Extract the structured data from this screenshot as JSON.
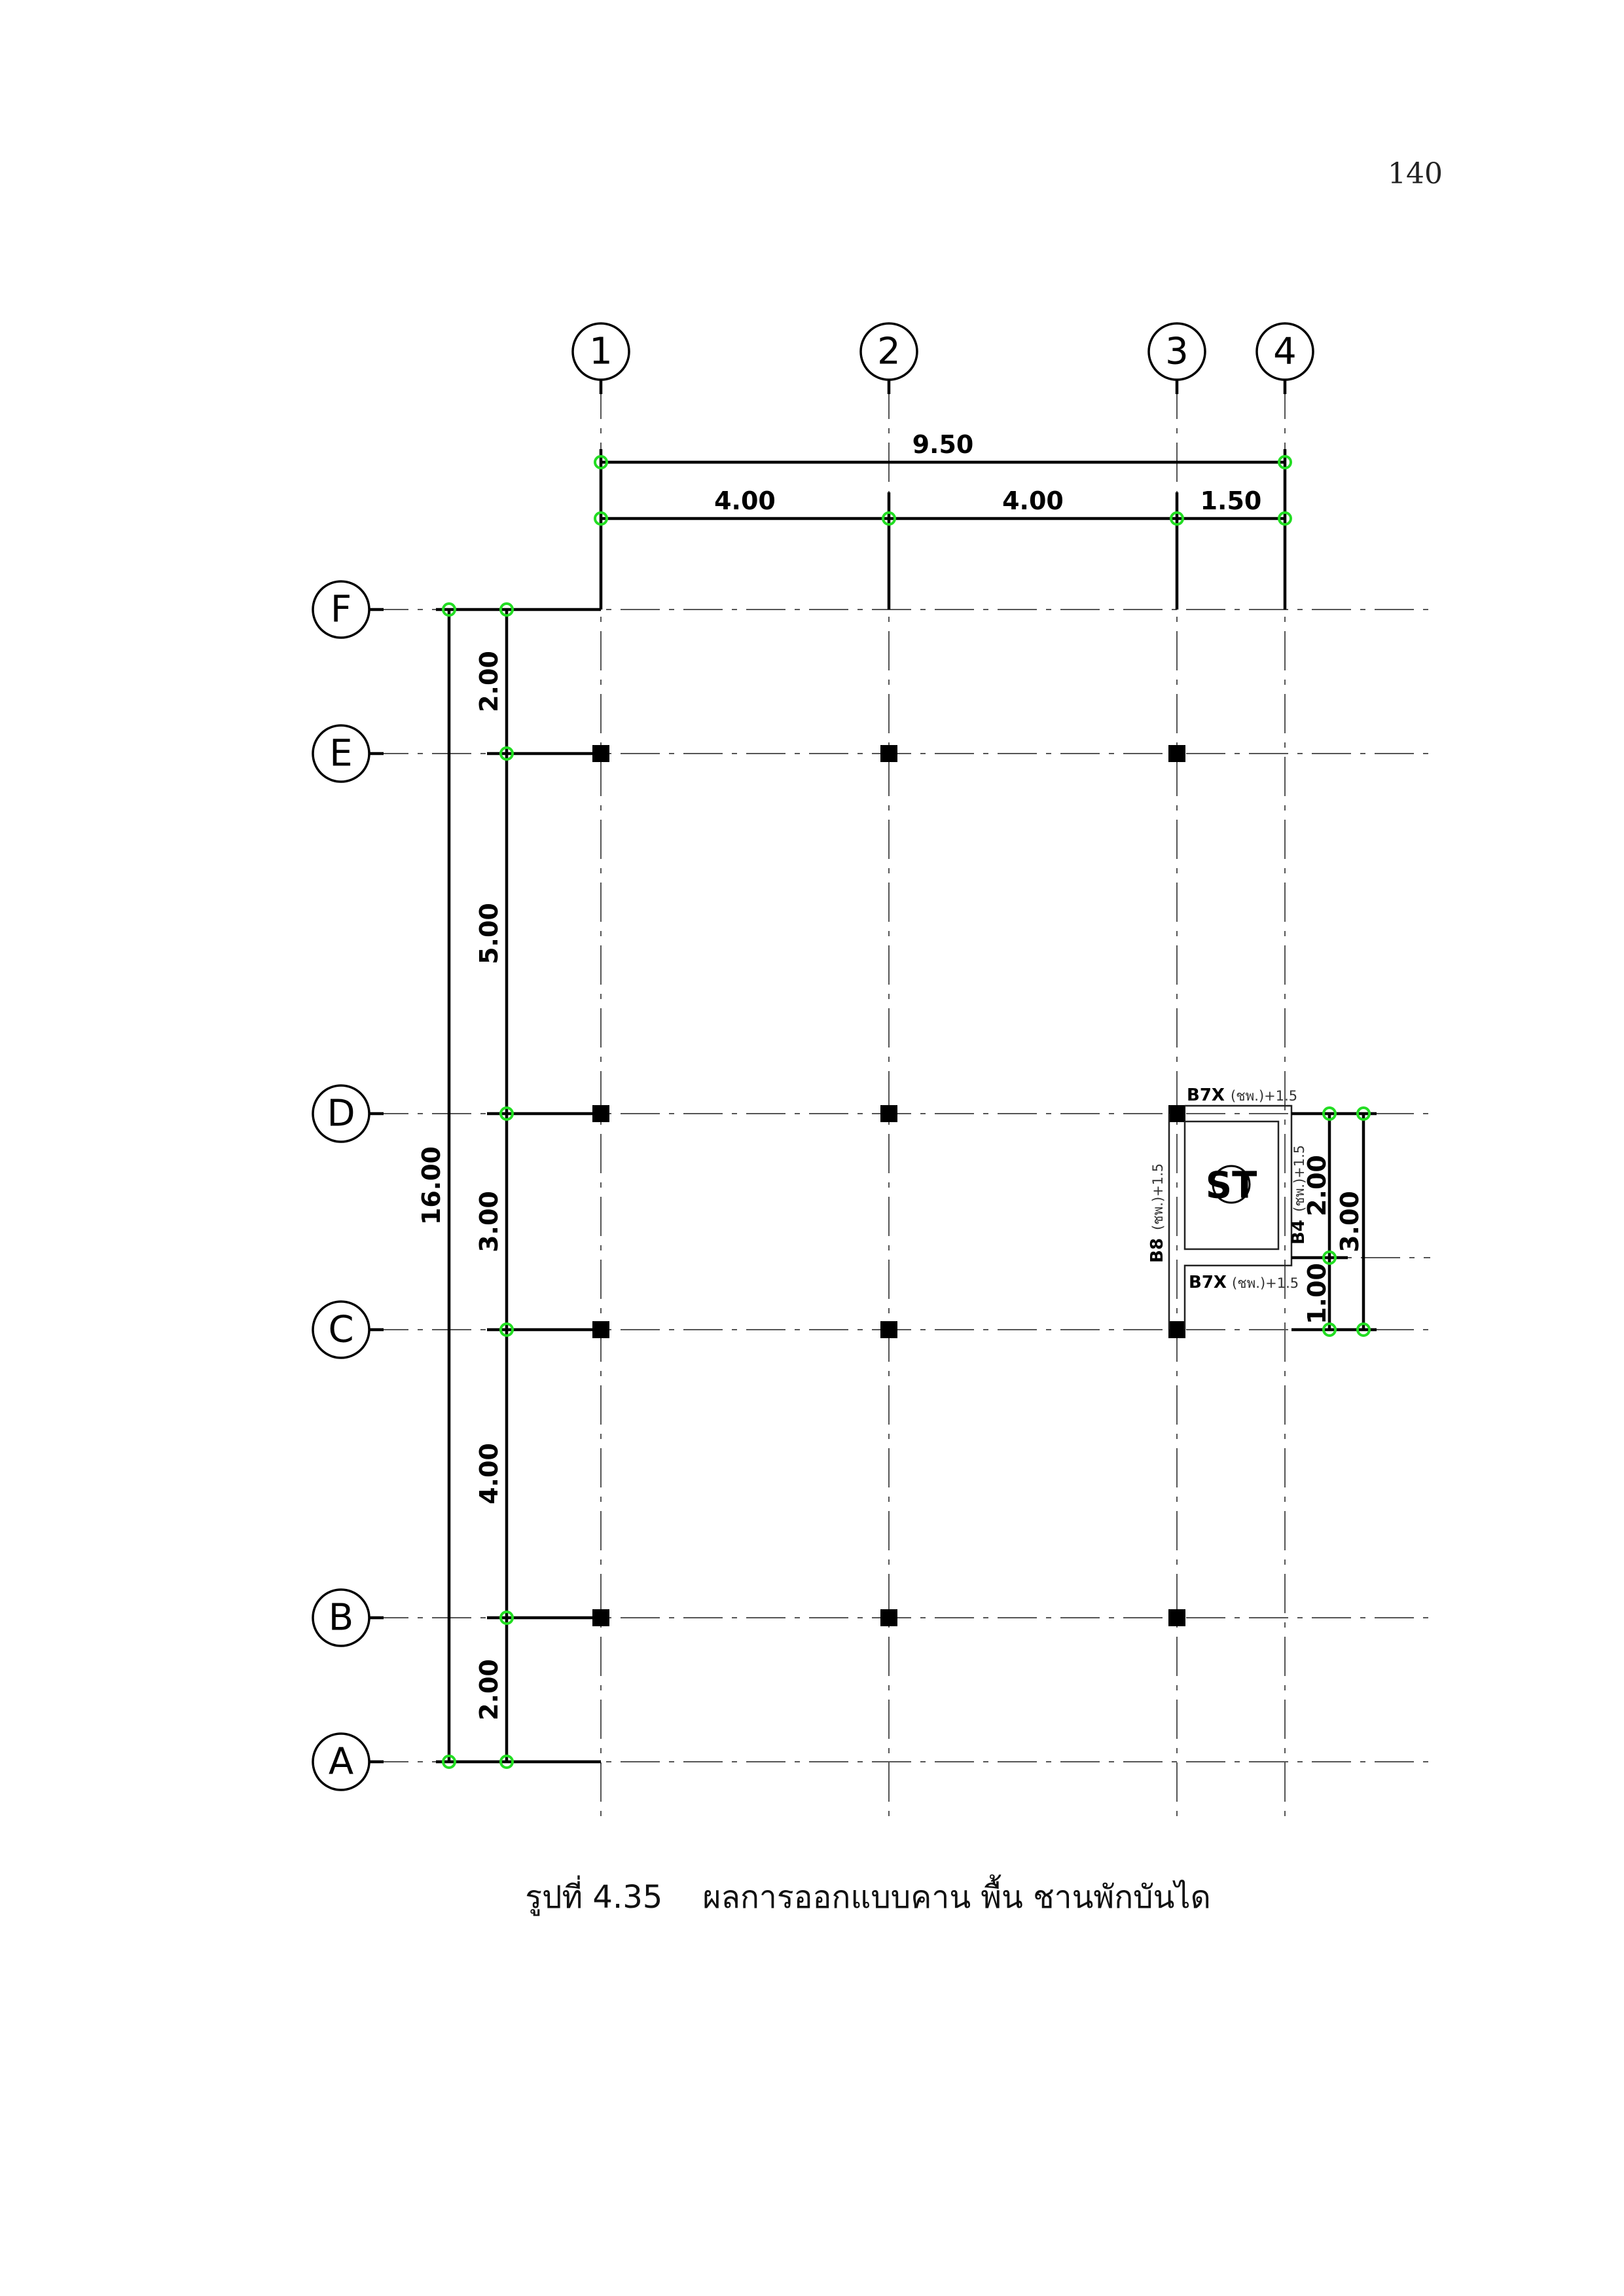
{
  "page_number": "140",
  "caption": "รูปที่ 4.35    ผลการออกแบบคาน พื้น ชานพักบันได",
  "drawing": {
    "columns": [
      "1",
      "2",
      "3",
      "4"
    ],
    "column_spacings": [
      "4.00",
      "4.00",
      "1.50"
    ],
    "column_total": "9.50",
    "rows": [
      "F",
      "E",
      "D",
      "C",
      "B",
      "A"
    ],
    "row_spacings": [
      "2.00",
      "5.00",
      "3.00",
      "4.00",
      "2.00"
    ],
    "row_total": "16.00",
    "stair": {
      "symbol": "ST",
      "beam_top": {
        "name": "B7X",
        "note": "(ชพ.)+1.5"
      },
      "beam_bottom": {
        "name": "B7X",
        "note": "(ชพ.)+1.5"
      },
      "beam_left": {
        "name": "B8",
        "note": "(ชพ.)+1.5"
      },
      "beam_right": {
        "name": "B4",
        "note": "(ชพ.)+1.5"
      },
      "dim_upper": "2.00",
      "dim_lower": "1.00",
      "dim_total": "3.00"
    },
    "colors": {
      "marker": "#22dd22",
      "line": "#000000"
    }
  }
}
